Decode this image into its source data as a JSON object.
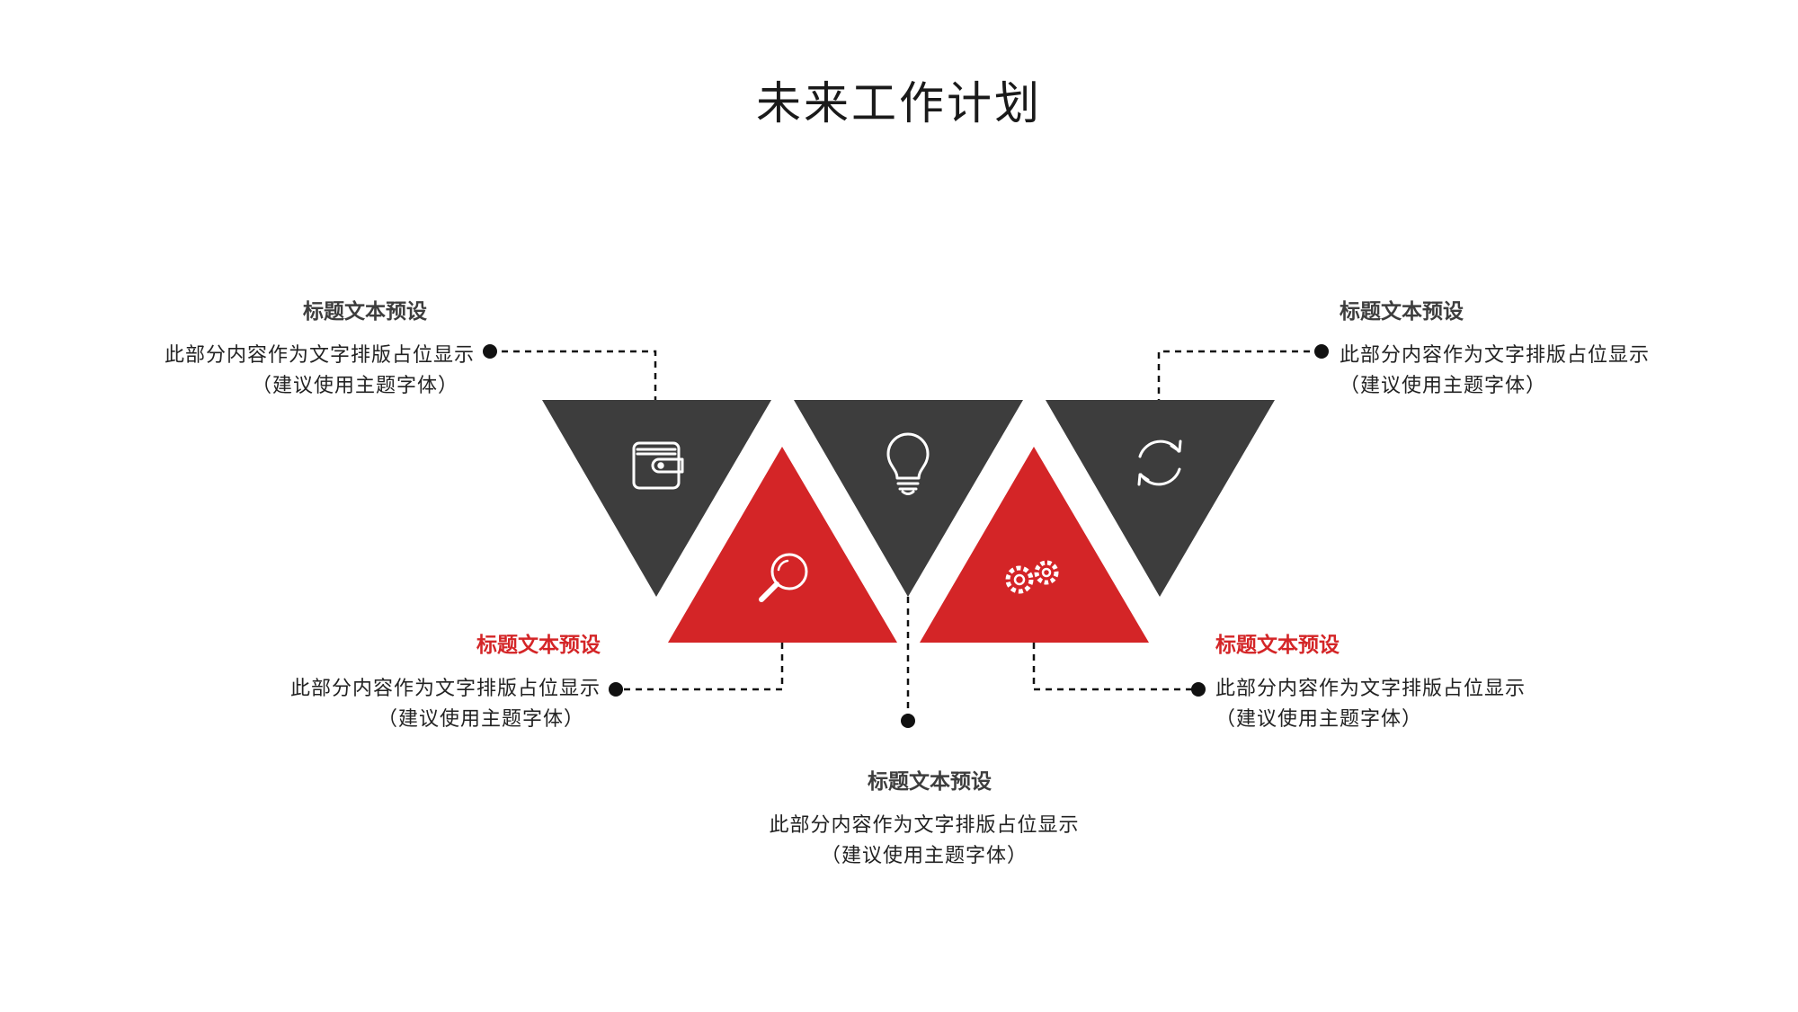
{
  "page": {
    "title": "未来工作计划"
  },
  "colors": {
    "dark": "#3d3d3d",
    "red": "#d42527",
    "heading_dark": "#3d3d3d",
    "heading_red": "#d42527",
    "body_text": "#222222"
  },
  "items": [
    {
      "id": "top-left",
      "heading": "标题文本预设",
      "line1": "此部分内容作为文字排版占位显示",
      "line2": "（建议使用主题字体）",
      "icon": "wallet-icon"
    },
    {
      "id": "top-right",
      "heading": "标题文本预设",
      "line1": "此部分内容作为文字排版占位显示",
      "line2": "（建议使用主题字体）",
      "icon": "refresh-icon"
    },
    {
      "id": "middle-left",
      "heading": "标题文本预设",
      "line1": "此部分内容作为文字排版占位显示",
      "line2": "（建议使用主题字体）",
      "icon": "search-icon"
    },
    {
      "id": "middle-right",
      "heading": "标题文本预设",
      "line1": "此部分内容作为文字排版占位显示",
      "line2": "（建议使用主题字体）",
      "icon": "gears-icon"
    },
    {
      "id": "bottom-center",
      "heading": "标题文本预设",
      "line1": "此部分内容作为文字排版占位显示",
      "line2": "（建议使用主题字体）",
      "icon": "lightbulb-icon"
    }
  ]
}
